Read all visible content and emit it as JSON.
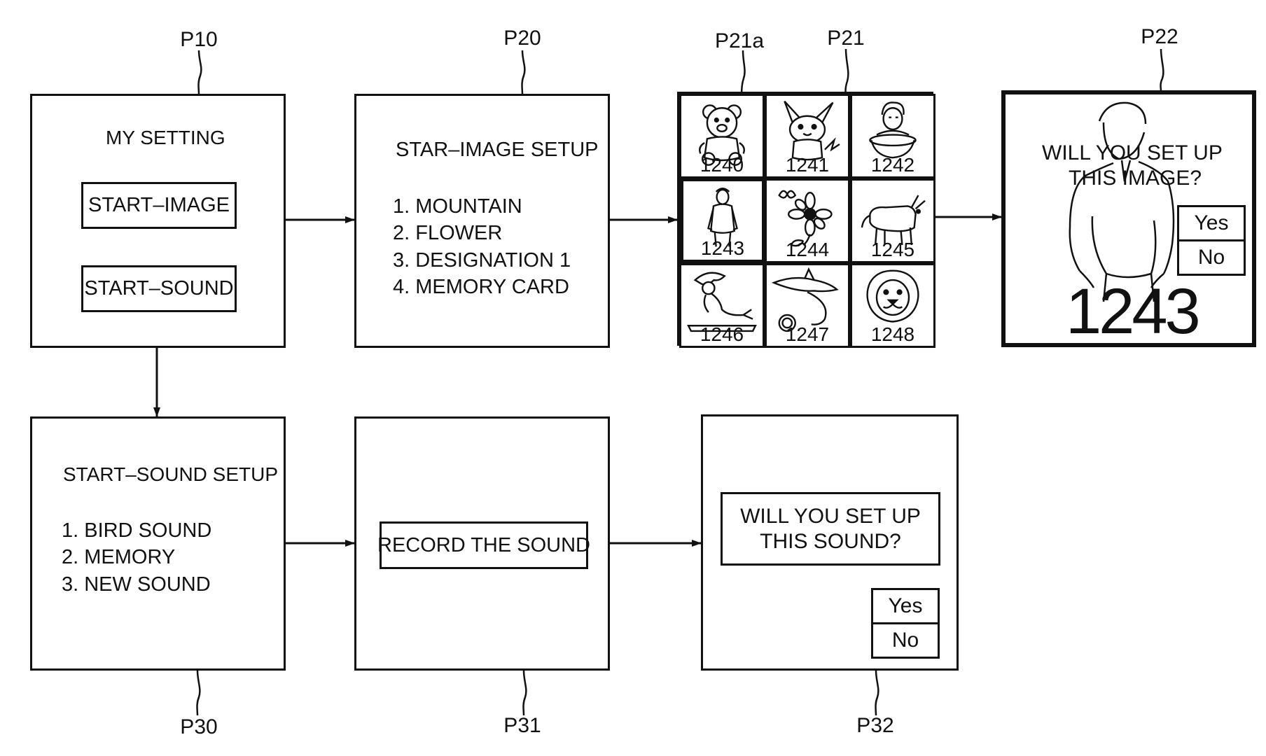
{
  "labels": {
    "p10": "P10",
    "p20": "P20",
    "p21a": "P21a",
    "p21": "P21",
    "p22": "P22",
    "p30": "P30",
    "p31": "P31",
    "p32": "P32"
  },
  "p10": {
    "title": "MY SETTING",
    "start_image": "START–IMAGE",
    "start_sound": "START–SOUND"
  },
  "p20": {
    "title": "STAR–IMAGE SETUP",
    "items": [
      "1. MOUNTAIN",
      "2. FLOWER",
      "3. DESIGNATION 1",
      "4. MEMORY CARD"
    ]
  },
  "p21": {
    "cells": [
      {
        "num": "1240",
        "icon": "teddy-bear-icon"
      },
      {
        "num": "1241",
        "icon": "pikachu-icon"
      },
      {
        "num": "1242",
        "icon": "man-with-basin-icon"
      },
      {
        "num": "1243",
        "icon": "standing-man-icon"
      },
      {
        "num": "1244",
        "icon": "flower-butterfly-icon"
      },
      {
        "num": "1245",
        "icon": "bull-icon"
      },
      {
        "num": "1246",
        "icon": "mermaid-icon"
      },
      {
        "num": "1247",
        "icon": "dolphin-icon"
      },
      {
        "num": "1248",
        "icon": "lion-icon"
      }
    ],
    "selected_index": 3
  },
  "p22": {
    "question_line1": "WILL YOU SET UP",
    "question_line2": "THIS IMAGE?",
    "yes": "Yes",
    "no": "No",
    "number": "1243",
    "icon": "standing-man-icon"
  },
  "p30": {
    "title": "START–SOUND SETUP",
    "items": [
      "1. BIRD SOUND",
      "2. MEMORY",
      "3. NEW SOUND"
    ]
  },
  "p31": {
    "record": "RECORD THE SOUND"
  },
  "p32": {
    "question_line1": "WILL YOU SET UP",
    "question_line2": "THIS SOUND?",
    "yes": "Yes",
    "no": "No"
  }
}
